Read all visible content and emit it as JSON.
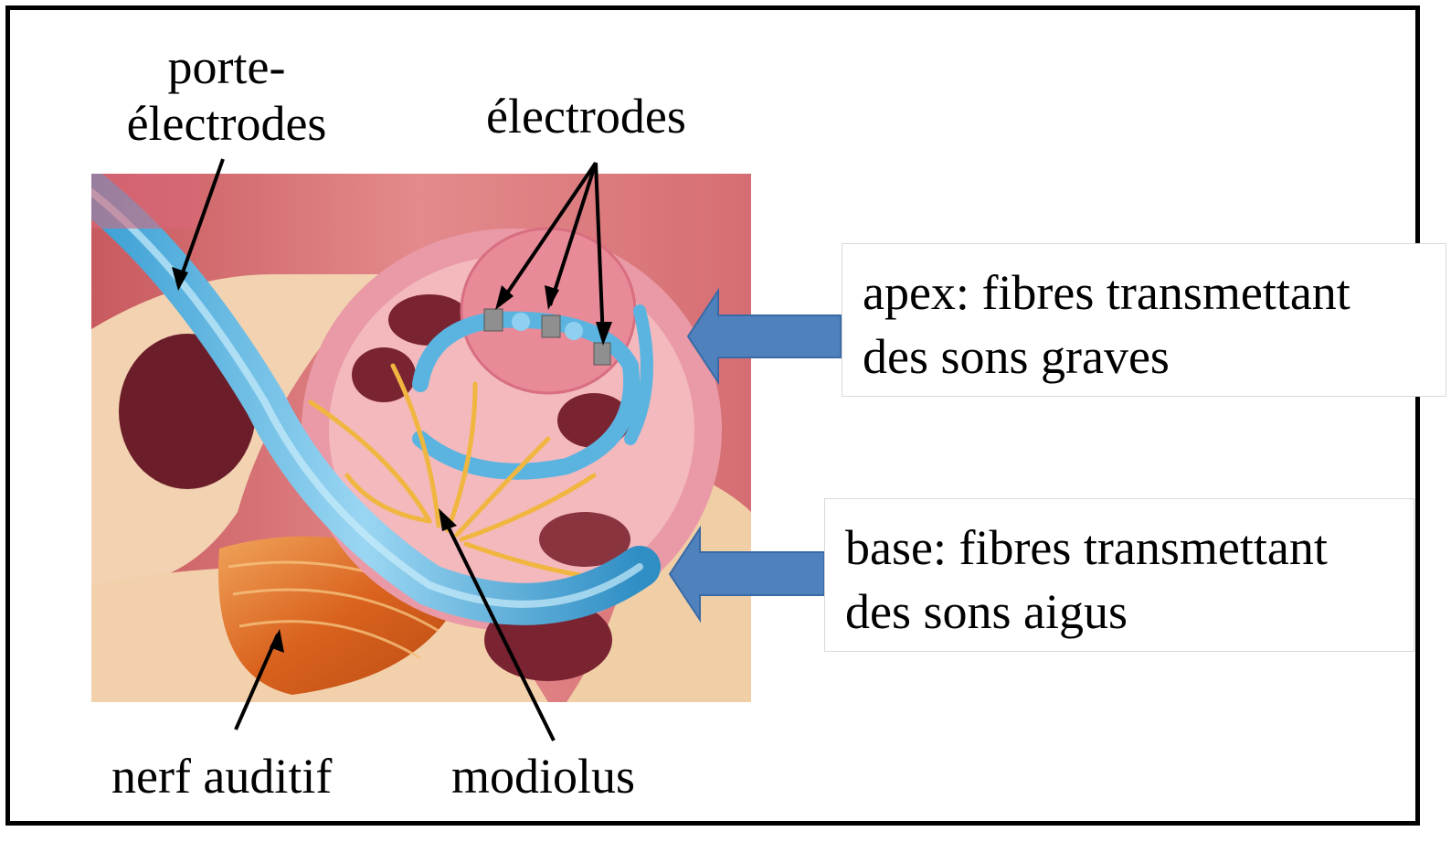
{
  "labels": {
    "porte_line1": "porte-",
    "porte_line2": "électrodes",
    "electrodes": "électrodes",
    "nerf": "nerf auditif",
    "modiolus": "modiolus"
  },
  "boxes": {
    "apex": {
      "line1": "apex: fibres transmettant",
      "line2": "des sons graves"
    },
    "base": {
      "line1": "base: fibres transmettant",
      "line2": "des sons aigus"
    }
  },
  "colors": {
    "arrow_blue": "#4f81bd",
    "arrow_blue_edge": "#3a6aa6",
    "electrode_array": "#5bb4e0",
    "cochlea_pink": "#e89aa8",
    "bone": "#f3d0ac",
    "nerve": "#e07a30"
  }
}
